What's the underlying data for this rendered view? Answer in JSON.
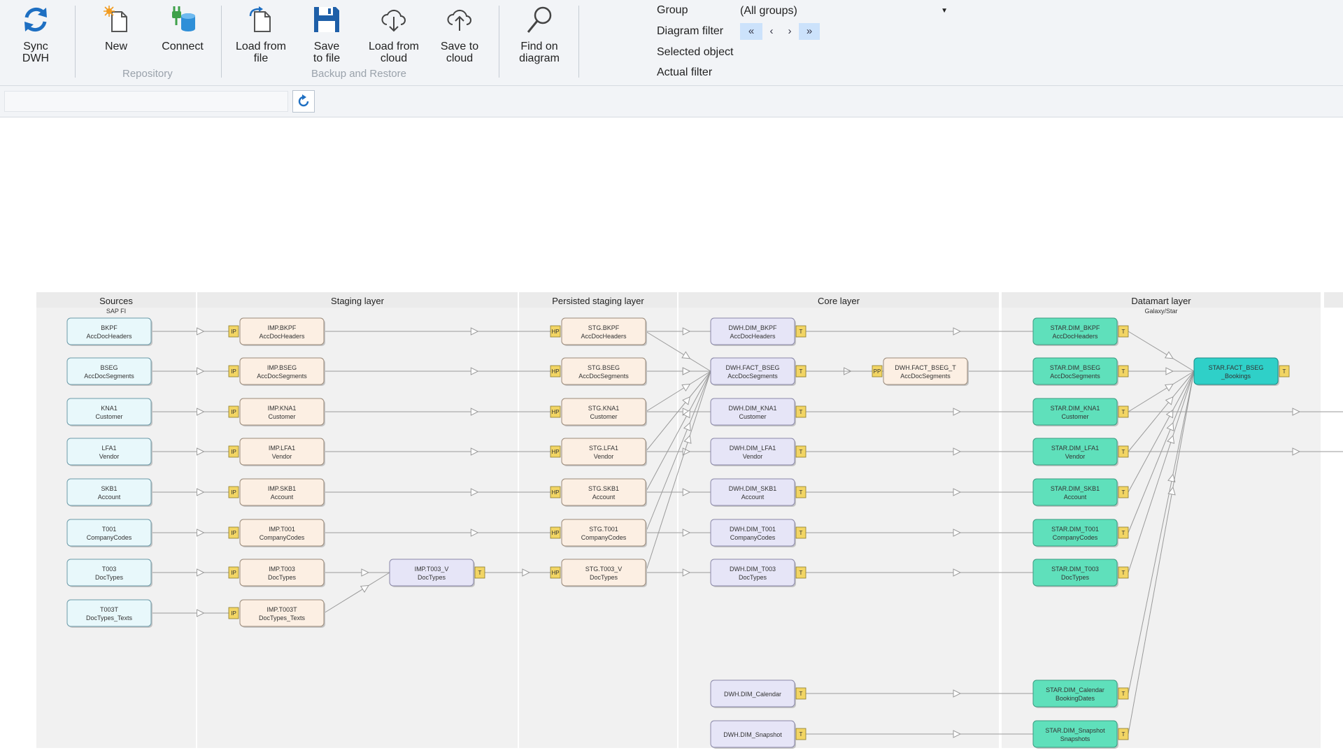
{
  "ribbon": {
    "buttons": [
      {
        "id": "sync",
        "label": "Sync\nDWH",
        "icon": "sync-icon"
      },
      {
        "id": "new",
        "label": "New",
        "icon": "new-icon"
      },
      {
        "id": "connect",
        "label": "Connect",
        "icon": "connect-icon"
      },
      {
        "id": "load-file",
        "label": "Load from\nfile",
        "icon": "load-file-icon"
      },
      {
        "id": "save-file",
        "label": "Save\nto file",
        "icon": "save-icon"
      },
      {
        "id": "load-cloud",
        "label": "Load from\ncloud",
        "icon": "cloud-download-icon"
      },
      {
        "id": "save-cloud",
        "label": "Save to\ncloud",
        "icon": "cloud-upload-icon"
      },
      {
        "id": "find",
        "label": "Find on\ndiagram",
        "icon": "magnifier-icon"
      }
    ],
    "groups": [
      "Repository",
      "Backup and Restore"
    ]
  },
  "filters": {
    "group_label": "Group",
    "group_value": "(All groups)",
    "diagram_filter_label": "Diagram filter",
    "nav": [
      "«",
      "‹",
      "›",
      "»"
    ],
    "selected_object_label": "Selected object",
    "actual_filter_label": "Actual filter"
  },
  "colors": {
    "source": "#e8f8fb",
    "staging": "#fcefe3",
    "dwh": "#e6e5f7",
    "star": "#5fe0bb",
    "fact": "#2fd0c8",
    "badge": "#f2d564",
    "lane": "#f1f1f1",
    "lane_header": "#ebebeb"
  },
  "diagram": {
    "lanes": [
      {
        "title": "Sources",
        "subtitle": "SAP FI"
      },
      {
        "title": "Staging layer",
        "subtitle": ""
      },
      {
        "title": "Persisted staging layer",
        "subtitle": ""
      },
      {
        "title": "Core layer",
        "subtitle": ""
      },
      {
        "title": "Datamart layer",
        "subtitle": "Galaxy/Star"
      }
    ],
    "nodes": [
      {
        "id": "s1",
        "kind": "source",
        "l1": "BKPF",
        "l2": "AccDocHeaders"
      },
      {
        "id": "s2",
        "kind": "source",
        "l1": "BSEG",
        "l2": "AccDocSegments"
      },
      {
        "id": "s3",
        "kind": "source",
        "l1": "KNA1",
        "l2": "Customer"
      },
      {
        "id": "s4",
        "kind": "source",
        "l1": "LFA1",
        "l2": "Vendor"
      },
      {
        "id": "s5",
        "kind": "source",
        "l1": "SKB1",
        "l2": "Account"
      },
      {
        "id": "s6",
        "kind": "source",
        "l1": "T001",
        "l2": "CompanyCodes"
      },
      {
        "id": "s7",
        "kind": "source",
        "l1": "T003",
        "l2": "DocTypes"
      },
      {
        "id": "s8",
        "kind": "source",
        "l1": "T003T",
        "l2": "DocTypes_Texts"
      },
      {
        "id": "i1",
        "kind": "staging",
        "badge": "IP",
        "l1": "IMP.BKPF",
        "l2": "AccDocHeaders"
      },
      {
        "id": "i2",
        "kind": "staging",
        "badge": "IP",
        "l1": "IMP.BSEG",
        "l2": "AccDocSegments"
      },
      {
        "id": "i3",
        "kind": "staging",
        "badge": "IP",
        "l1": "IMP.KNA1",
        "l2": "Customer"
      },
      {
        "id": "i4",
        "kind": "staging",
        "badge": "IP",
        "l1": "IMP.LFA1",
        "l2": "Vendor"
      },
      {
        "id": "i5",
        "kind": "staging",
        "badge": "IP",
        "l1": "IMP.SKB1",
        "l2": "Account"
      },
      {
        "id": "i6",
        "kind": "staging",
        "badge": "IP",
        "l1": "IMP.T001",
        "l2": "CompanyCodes"
      },
      {
        "id": "i7",
        "kind": "staging",
        "badge": "IP",
        "l1": "IMP.T003",
        "l2": "DocTypes"
      },
      {
        "id": "i8",
        "kind": "staging",
        "badge": "IP",
        "l1": "IMP.T003T",
        "l2": "DocTypes_Texts"
      },
      {
        "id": "iv",
        "kind": "dwh",
        "badgeR": "T",
        "l1": "IMP.T003_V",
        "l2": "DocTypes"
      },
      {
        "id": "p1",
        "kind": "staging",
        "badge": "HP",
        "l1": "STG.BKPF",
        "l2": "AccDocHeaders"
      },
      {
        "id": "p2",
        "kind": "staging",
        "badge": "HP",
        "l1": "STG.BSEG",
        "l2": "AccDocSegments"
      },
      {
        "id": "p3",
        "kind": "staging",
        "badge": "HP",
        "l1": "STG.KNA1",
        "l2": "Customer"
      },
      {
        "id": "p4",
        "kind": "staging",
        "badge": "HP",
        "l1": "STG.LFA1",
        "l2": "Vendor"
      },
      {
        "id": "p5",
        "kind": "staging",
        "badge": "HP",
        "l1": "STG.SKB1",
        "l2": "Account"
      },
      {
        "id": "p6",
        "kind": "staging",
        "badge": "HP",
        "l1": "STG.T001",
        "l2": "CompanyCodes"
      },
      {
        "id": "p7",
        "kind": "staging",
        "badge": "HP",
        "l1": "STG.T003_V",
        "l2": "DocTypes"
      },
      {
        "id": "d1",
        "kind": "dwh",
        "badgeR": "T",
        "l1": "DWH.DIM_BKPF",
        "l2": "AccDocHeaders"
      },
      {
        "id": "d2",
        "kind": "dwh",
        "badgeR": "T",
        "l1": "DWH.DIM_BSEG",
        "l2": "AccDocSegments"
      },
      {
        "id": "df",
        "kind": "dwh",
        "badgeR": "T",
        "l1": "DWH.FACT_BSEG",
        "l2": "AccDocSegments"
      },
      {
        "id": "d3",
        "kind": "dwh",
        "badgeR": "T",
        "l1": "DWH.DIM_KNA1",
        "l2": "Customer"
      },
      {
        "id": "d4",
        "kind": "dwh",
        "badgeR": "T",
        "l1": "DWH.DIM_LFA1",
        "l2": "Vendor"
      },
      {
        "id": "d5",
        "kind": "dwh",
        "badgeR": "T",
        "l1": "DWH.DIM_SKB1",
        "l2": "Account"
      },
      {
        "id": "d6",
        "kind": "dwh",
        "badgeR": "T",
        "l1": "DWH.DIM_T001",
        "l2": "CompanyCodes"
      },
      {
        "id": "d7",
        "kind": "dwh",
        "badgeR": "T",
        "l1": "DWH.DIM_T003",
        "l2": "DocTypes"
      },
      {
        "id": "dc",
        "kind": "dwh",
        "badgeR": "T",
        "l1": "DWH.DIM_Calendar",
        "l2": ""
      },
      {
        "id": "ds",
        "kind": "dwh",
        "badgeR": "T",
        "l1": "DWH.DIM_Snapshot",
        "l2": ""
      },
      {
        "id": "ft",
        "kind": "staging",
        "badge": "PP",
        "l1": "DWH.FACT_BSEG_T",
        "l2": "AccDocSegments"
      },
      {
        "id": "m1",
        "kind": "star",
        "badgeR": "T",
        "l1": "STAR.DIM_BKPF",
        "l2": "AccDocHeaders"
      },
      {
        "id": "m2",
        "kind": "star",
        "badgeR": "T",
        "l1": "STAR.DIM_BSEG",
        "l2": "AccDocSegments"
      },
      {
        "id": "m3",
        "kind": "star",
        "badgeR": "T",
        "l1": "STAR.DIM_KNA1",
        "l2": "Customer"
      },
      {
        "id": "m4",
        "kind": "star",
        "badgeR": "T",
        "l1": "STAR.DIM_LFA1",
        "l2": "Vendor"
      },
      {
        "id": "m5",
        "kind": "star",
        "badgeR": "T",
        "l1": "STAR.DIM_SKB1",
        "l2": "Account"
      },
      {
        "id": "m6",
        "kind": "star",
        "badgeR": "T",
        "l1": "STAR.DIM_T001",
        "l2": "CompanyCodes"
      },
      {
        "id": "m7",
        "kind": "star",
        "badgeR": "T",
        "l1": "STAR.DIM_T003",
        "l2": "DocTypes"
      },
      {
        "id": "mc",
        "kind": "star",
        "badgeR": "T",
        "l1": "STAR.DIM_Calendar",
        "l2": "BookingDates"
      },
      {
        "id": "ms",
        "kind": "star",
        "badgeR": "T",
        "l1": "STAR.DIM_Snapshot",
        "l2": "Snapshots"
      },
      {
        "id": "mf",
        "kind": "fact",
        "badgeR": "T",
        "l1": "STAR.FACT_BSEG",
        "l2": "_Bookings"
      }
    ],
    "edges": [
      [
        "s1",
        "i1"
      ],
      [
        "s2",
        "i2"
      ],
      [
        "s3",
        "i3"
      ],
      [
        "s4",
        "i4"
      ],
      [
        "s5",
        "i5"
      ],
      [
        "s6",
        "i6"
      ],
      [
        "s7",
        "i7"
      ],
      [
        "s8",
        "i8"
      ],
      [
        "i1",
        "p1"
      ],
      [
        "i2",
        "p2"
      ],
      [
        "i3",
        "p3"
      ],
      [
        "i4",
        "p4"
      ],
      [
        "i5",
        "p5"
      ],
      [
        "i6",
        "p6"
      ],
      [
        "i7",
        "iv"
      ],
      [
        "i8",
        "iv"
      ],
      [
        "iv",
        "p7"
      ],
      [
        "p1",
        "d1"
      ],
      [
        "p2",
        "d2"
      ],
      [
        "p3",
        "d3"
      ],
      [
        "p4",
        "d4"
      ],
      [
        "p5",
        "d5"
      ],
      [
        "p6",
        "d6"
      ],
      [
        "p7",
        "d7"
      ],
      [
        "p1",
        "df"
      ],
      [
        "p2",
        "df"
      ],
      [
        "p3",
        "df"
      ],
      [
        "p4",
        "df"
      ],
      [
        "p5",
        "df"
      ],
      [
        "p6",
        "df"
      ],
      [
        "p7",
        "df"
      ],
      [
        "df",
        "ft"
      ],
      [
        "ft",
        "mf"
      ],
      [
        "d1",
        "m1"
      ],
      [
        "d2",
        "m2"
      ],
      [
        "d3",
        "m3"
      ],
      [
        "d4",
        "m4"
      ],
      [
        "d5",
        "m5"
      ],
      [
        "d6",
        "m6"
      ],
      [
        "d7",
        "m7"
      ],
      [
        "dc",
        "mc"
      ],
      [
        "ds",
        "ms"
      ],
      [
        "m1",
        "mf"
      ],
      [
        "m2",
        "mf"
      ],
      [
        "m3",
        "mf"
      ],
      [
        "m4",
        "mf"
      ],
      [
        "m5",
        "mf"
      ],
      [
        "m6",
        "mf"
      ],
      [
        "m7",
        "mf"
      ],
      [
        "mc",
        "mf"
      ],
      [
        "ms",
        "mf"
      ]
    ]
  }
}
